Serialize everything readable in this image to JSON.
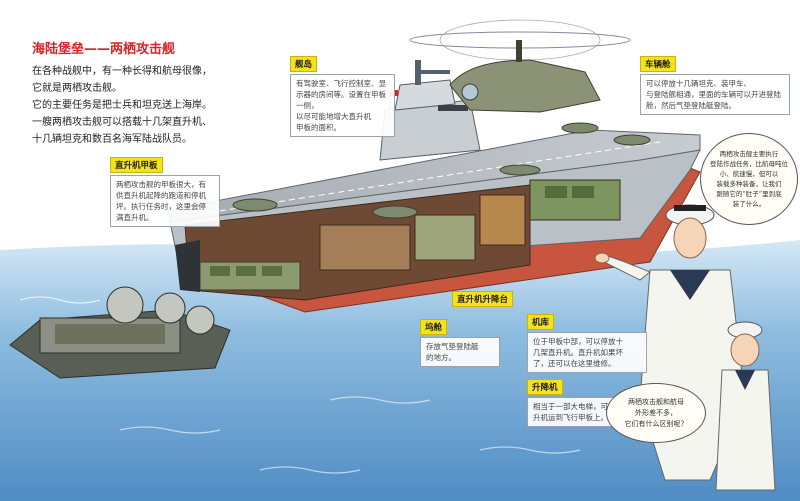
{
  "intro": {
    "title": "海陆堡垒——两栖攻击舰",
    "lines": [
      "在各种战舰中，有一种长得和航母很像，",
      "它就是两栖攻击舰。",
      "它的主要任务是把士兵和坦克送上海岸。",
      "一艘两栖攻击舰可以搭载十几架直升机、",
      "十几辆坦克和数百名海军陆战队员。"
    ]
  },
  "callouts": {
    "island": {
      "label": "舰岛",
      "desc": [
        "有驾驶室、飞行控制室、显",
        "示器的房间等。设置在甲板一侧，",
        "以尽可能地增大直升机",
        "甲板的面积。"
      ]
    },
    "vehicle_bay": {
      "label": "车辆舱",
      "desc": [
        "可以停放十几辆坦克、装甲车、",
        "与登陆舰相通，里面的车辆可以开进登陆",
        "舱，然后气垫登陆艇登陆。"
      ]
    },
    "flight_deck": {
      "label": "直升机甲板",
      "desc": [
        "两栖攻击舰的甲板很大，有",
        "供直升机起降的跑道和停机",
        "坪。执行任务时，这里会停",
        "满直升机。"
      ]
    },
    "lift": {
      "label": "直升机升降台"
    },
    "well_deck": {
      "label": "坞舱",
      "desc": [
        "存放气垫登陆艇",
        "的地方。"
      ]
    },
    "hangar": {
      "label": "机库",
      "desc": [
        "位于甲板中部，可以停放十",
        "几架直升机。直升机如果坏",
        "了，还可以在这里维修。"
      ]
    },
    "elevator": {
      "label": "升降机",
      "desc": [
        "相当于一部大电梯，可将直",
        "升机运到飞行甲板上。"
      ]
    }
  },
  "bubbles": {
    "officer": [
      "两栖攻击舰主要执行",
      "登陆作战任务，比航母吨位",
      "小、航速慢，但可以",
      "装载多种装备，让我们",
      "跟随它的“肚子”里到底",
      "装了什么。"
    ],
    "child": [
      "两栖攻击舰和航母",
      "外形差不多，",
      "它们有什么区别呢？"
    ]
  },
  "colors": {
    "title_red": "#d8232a",
    "tag_yellow": "#f6e21c",
    "sea_blue": "#5e9ccf",
    "hull_red": "#c8553d",
    "hull_grey": "#b9c0c6"
  },
  "icons": [
    "helicopter-icon",
    "hovercraft-icon",
    "flag-icon"
  ]
}
